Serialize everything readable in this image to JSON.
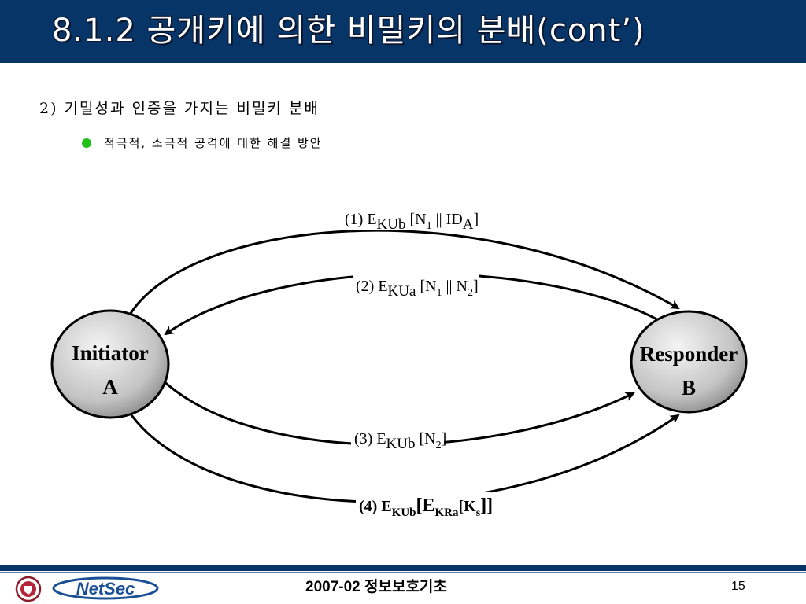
{
  "slide": {
    "title": "8.1.2 공개키에 의한 비밀키의 분배(cont’)",
    "heading": "2) 기밀성과 인증을 가지는 비밀키 분배",
    "bullet": "적극적, 소극적 공격에 대한 해결 방안"
  },
  "diagram": {
    "initiator": {
      "line1": "Initiator",
      "line2": "A"
    },
    "responder": {
      "line1": "Responder",
      "line2": "B"
    },
    "messages": [
      {
        "step": "(1)",
        "key_sub": "KUb",
        "body": "[N",
        "body_sub": "1",
        "sep": " || ID",
        "tail_sub": "A",
        "end": "]"
      },
      {
        "step": "(2)",
        "key_sub": "KUa",
        "body": "[N",
        "body_sub": "1",
        "sep": " || N",
        "tail_sub": "2",
        "end": "]"
      },
      {
        "step": "(3)",
        "key_sub": "KUb",
        "body": "[N",
        "body_sub": "2",
        "end": "]"
      },
      {
        "step": "(4)",
        "key_sub": "KUb",
        "body": "[E",
        "inner_sub": "KRa",
        "inner_body": "[K",
        "inner_tail_sub": "s",
        "end": "]]"
      }
    ],
    "letter_e": "E",
    "colors": {
      "arrow": "#000000",
      "node_light": "#f4f4f4",
      "node_dark": "#8c8c8c"
    }
  },
  "footer": {
    "text": "2007-02 정보보호기초",
    "page": "15",
    "logo_text": "NetSec"
  },
  "colors": {
    "title_bar": "#073567",
    "bullet": "#22c11a"
  }
}
